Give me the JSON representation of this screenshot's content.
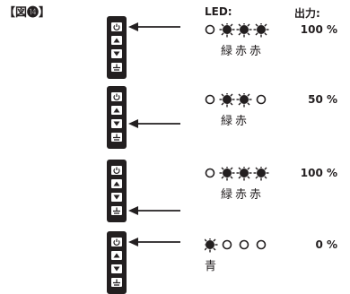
{
  "figure": {
    "title": "【図⓮】"
  },
  "headers": {
    "led": "LED:",
    "output": "出力:"
  },
  "colors": {
    "ink": "#231f20",
    "panel": "#231f20",
    "button": "#ffffff"
  },
  "panel_buttons": [
    "power-icon",
    "up-triangle-icon",
    "down-triangle-icon",
    "light-icon"
  ],
  "rows": [
    {
      "arrow_target": "power-button",
      "leds": [
        "off",
        "on",
        "on",
        "on"
      ],
      "led_label": "緑赤赤",
      "output": "100 %"
    },
    {
      "arrow_target": "down-button",
      "leds": [
        "off",
        "on",
        "on",
        "off"
      ],
      "led_label": "緑赤",
      "output": "50 %"
    },
    {
      "arrow_target": "light-button",
      "leds": [
        "off",
        "on",
        "on",
        "on"
      ],
      "led_label": "緑赤赤",
      "output": "100 %"
    },
    {
      "arrow_target": "power-button",
      "leds": [
        "on",
        "off",
        "off",
        "off"
      ],
      "led_label": "青",
      "output": "0 %"
    }
  ]
}
